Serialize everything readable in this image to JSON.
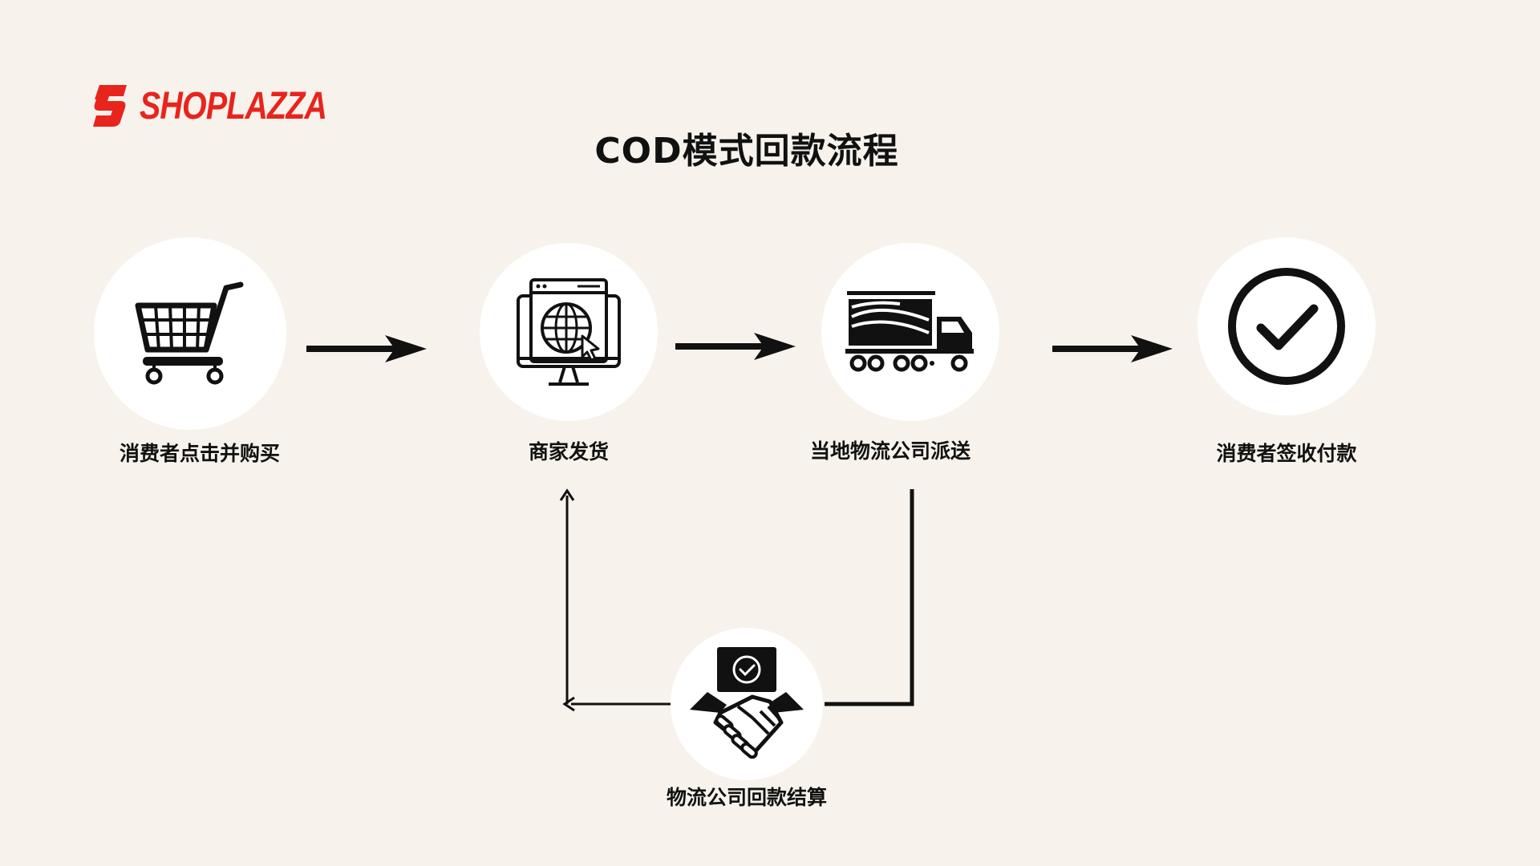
{
  "logo": {
    "text": "SHOPLAZZA",
    "mark": "shoplazza-mark-icon",
    "color": "#e8241c"
  },
  "title": "COD模式回款流程",
  "steps": [
    {
      "label": "消费者点击并购买",
      "icon": "shopping-cart-icon"
    },
    {
      "label": "商家发货",
      "icon": "web-monitor-icon"
    },
    {
      "label": "当地物流公司派送",
      "icon": "delivery-truck-icon"
    },
    {
      "label": "消费者签收付款",
      "icon": "check-circle-icon"
    },
    {
      "label": "物流公司回款结算",
      "icon": "handshake-icon"
    }
  ],
  "colors": {
    "background": "#f7f3ec",
    "node": "#ffffff",
    "ink": "#111111",
    "accent": "#e8241c"
  }
}
